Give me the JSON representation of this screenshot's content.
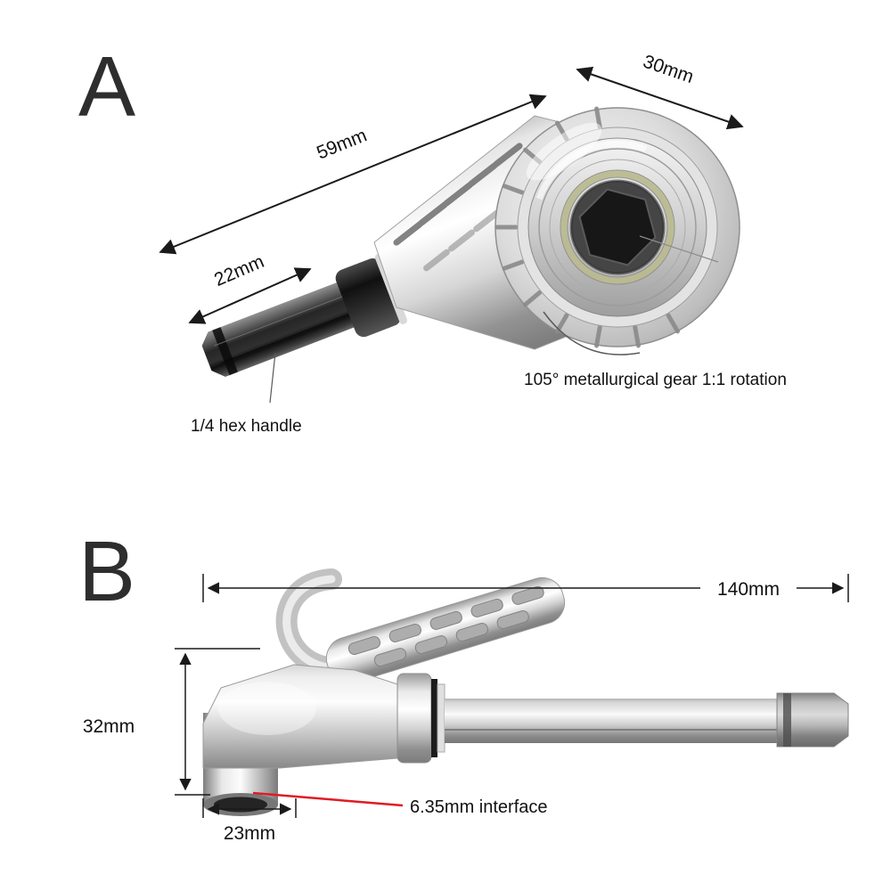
{
  "sections": [
    {
      "id": "A",
      "label": "A",
      "dimensions": {
        "body_length": "59mm",
        "head_diameter": "30mm",
        "shank_length": "22mm"
      },
      "callouts": {
        "hex_handle": "1/4 hex handle",
        "rotation": "105° metallurgical gear 1:1 rotation"
      }
    },
    {
      "id": "B",
      "label": "B",
      "dimensions": {
        "overall_length": "140mm",
        "height": "32mm",
        "socket_width": "23mm"
      },
      "callouts": {
        "interface": "6.35mm interface"
      }
    }
  ],
  "colors": {
    "leader_red": "#e01b24",
    "dimension_text": "#111111"
  }
}
